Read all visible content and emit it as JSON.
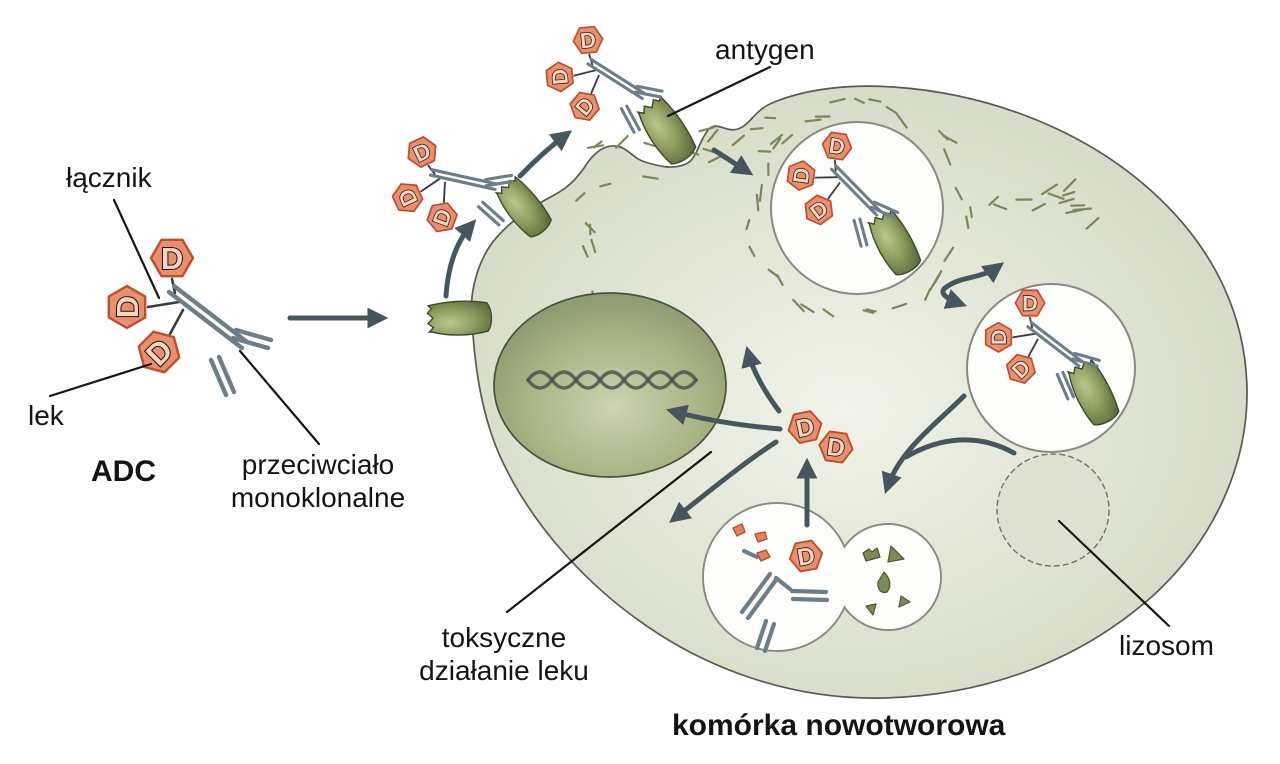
{
  "labels": {
    "linker": "łącznik",
    "drug": "lek",
    "adc": "ADC",
    "antibody": [
      "przeciwciało",
      "monoklonalne"
    ],
    "antigen": "antygen",
    "toxic_effect": [
      "toksyczne",
      "działanie leku"
    ],
    "lysosome": "lizosom",
    "tumor_cell": "komórka nowotworowa"
  },
  "glyphs": {
    "drug_letter": "D"
  },
  "colors": {
    "arrow": "#46565f",
    "antibody": "#6d7e88",
    "drug_fill": "#e98f6f",
    "drug_border": "#bc4f2c",
    "drug_letter_fill": "#f7d3bb",
    "cell_fill": "#d7dcc8",
    "cell_center": "#eff1e8",
    "membrane": "#565b52",
    "nucleus": "#8a996d",
    "nucleus_center": "#ccd3b0",
    "antigen": "#6a7a45",
    "vesicle_fill": "#fdfdfb",
    "lysosome_fill": "#dee1d2",
    "coat_dash": "#7b8759",
    "label_text": "#141414"
  }
}
